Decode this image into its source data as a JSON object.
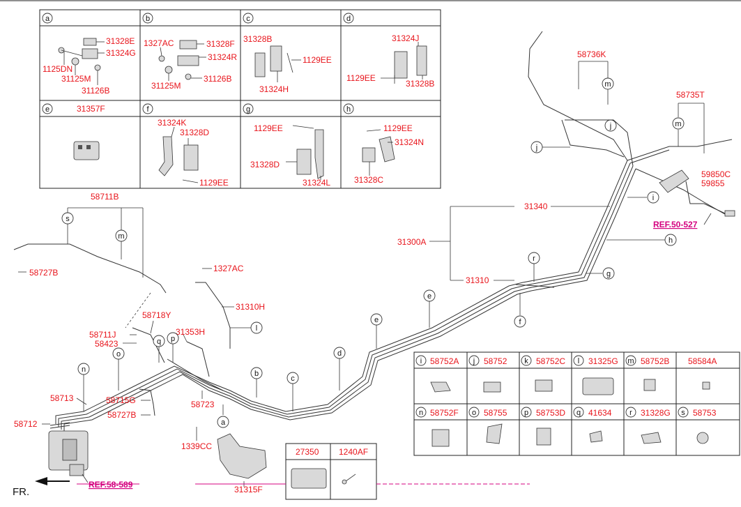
{
  "top_table": {
    "cells": [
      {
        "key": "a",
        "labels": [
          "31328E",
          "31324G",
          "1125DN",
          "31125M",
          "31126B"
        ]
      },
      {
        "key": "b",
        "labels": [
          "1327AC",
          "31328F",
          "31324R",
          "31125M",
          "31126B"
        ]
      },
      {
        "key": "c",
        "labels": [
          "31328B",
          "1129EE",
          "31324H"
        ]
      },
      {
        "key": "d",
        "labels": [
          "31324J",
          "1129EE",
          "31328B"
        ]
      },
      {
        "key": "e",
        "labels": [
          "31357F"
        ]
      },
      {
        "key": "f",
        "labels": [
          "31324K",
          "31328D",
          "1129EE"
        ]
      },
      {
        "key": "g",
        "labels": [
          "1129EE",
          "31328D",
          "31324L"
        ]
      },
      {
        "key": "h",
        "labels": [
          "1129EE",
          "31324N",
          "31328C"
        ]
      }
    ]
  },
  "bottom_table": {
    "cells": [
      {
        "key": "i",
        "label": "58752A"
      },
      {
        "key": "j",
        "label": "58752"
      },
      {
        "key": "k",
        "label": "58752C"
      },
      {
        "key": "l",
        "label": "31325G"
      },
      {
        "key": "m",
        "label": "58752B"
      },
      {
        "key": "",
        "label": "58584A"
      },
      {
        "key": "n",
        "label": "58752F"
      },
      {
        "key": "o",
        "label": "58755"
      },
      {
        "key": "p",
        "label": "58753D"
      },
      {
        "key": "q",
        "label": "41634"
      },
      {
        "key": "r",
        "label": "31328G"
      },
      {
        "key": "s",
        "label": "58753"
      }
    ]
  },
  "small_table": {
    "left_label": "27350",
    "right_label": "1240AF"
  },
  "callouts": {
    "p58736K": "58736K",
    "p58735T": "58735T",
    "p59850C": "59850C",
    "p59855": "59855",
    "ref50_527": "REF.50-527",
    "p31340": "31340",
    "p31300A": "31300A",
    "p31310": "31310",
    "p58711B": "58711B",
    "p58727B_top": "58727B",
    "p1327AC": "1327AC",
    "p31310H": "31310H",
    "p58718Y": "58718Y",
    "p31353H": "31353H",
    "p58711J": "58711J",
    "p58423": "58423",
    "p58713": "58713",
    "p58715G": "58715G",
    "p58727B_bot": "58727B",
    "p58723": "58723",
    "p58712": "58712",
    "p1339CC": "1339CC",
    "p31315F": "31315F",
    "ref58_589": "REF.58-589",
    "fr": "FR."
  },
  "diagram_letters": {
    "m1": "m",
    "m2": "m",
    "j": "j",
    "i": "i",
    "h": "h",
    "g": "g",
    "r": "r",
    "f": "f",
    "e1": "e",
    "e2": "e",
    "d": "d",
    "c": "c",
    "b": "b",
    "a": "a",
    "l": "l",
    "s": "s",
    "m3": "m",
    "n": "n",
    "o": "o",
    "q": "q",
    "p": "p"
  }
}
